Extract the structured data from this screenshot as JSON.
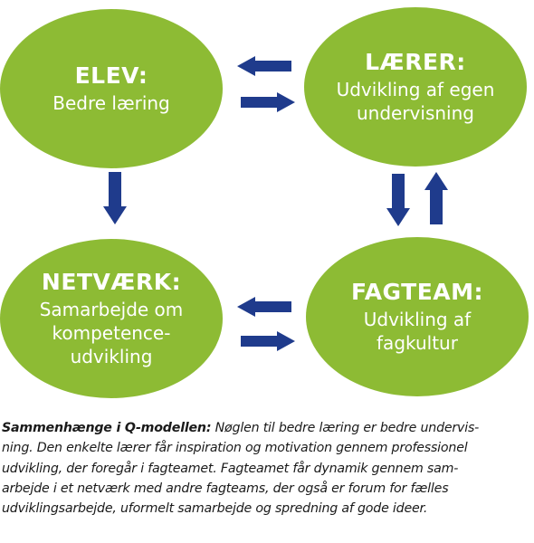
{
  "nodes": {
    "elev": {
      "title": "ELEV:",
      "body": "Bedre læring"
    },
    "laerer": {
      "title": "LÆRER:",
      "body": "Udvikling af egen\nundervisning"
    },
    "netvaerk": {
      "title": "NETVÆRK:",
      "body": "Samarbejde om\nkompetence-\nudvikling"
    },
    "fagteam": {
      "title": "FAGTEAM:",
      "body": "Udvikling af\nfagkultur"
    }
  },
  "colors": {
    "node_fill": "#8dbb34",
    "node_text": "#ffffff",
    "arrow": "#1f3b8c",
    "caption_text": "#1a1a1a"
  },
  "caption": {
    "lead": "Sammenhænge i Q-modellen:",
    "line1_rest": " Nøglen til bedre læring er bedre undervis-",
    "line2": "ning. Den enkelte lærer får inspiration og motivation gennem professionel",
    "line3": "udvikling, der foregår i fagteamet. Fagteamet får dynamik gennem sam-",
    "line4": "arbejde i et netværk med andre fagteams, der også er forum for fælles",
    "line5": "udviklingsarbejde, uformelt samarbejde og spredning af gode ideer."
  }
}
